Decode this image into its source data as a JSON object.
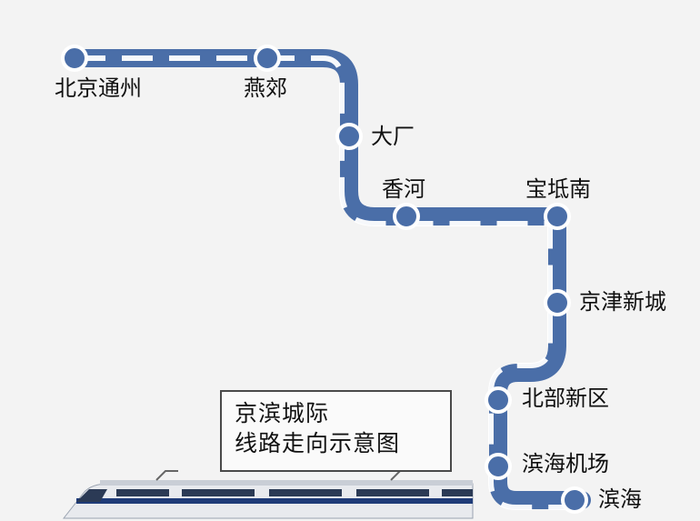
{
  "map": {
    "line_color": "#4a6ea8",
    "dash_color": "#ffffff",
    "station_color": "#4a6ea8",
    "stations": [
      {
        "id": "beijing-tongzhou",
        "label": "北京通州"
      },
      {
        "id": "yanjiao",
        "label": "燕郊"
      },
      {
        "id": "dachang",
        "label": "大厂"
      },
      {
        "id": "xianghe",
        "label": "香河"
      },
      {
        "id": "baodinan",
        "label": "宝坻南"
      },
      {
        "id": "jingjin-xincheng",
        "label": "京津新城"
      },
      {
        "id": "beibu-xinqu",
        "label": "北部新区"
      },
      {
        "id": "binhai-airport",
        "label": "滨海机场"
      },
      {
        "id": "binhai",
        "label": "滨海"
      }
    ]
  },
  "legend": {
    "line1": "京滨城际",
    "line2": "线路走向示意图"
  },
  "train": {
    "body_color": "#e8eaee",
    "stripe_color": "#1f3b78"
  }
}
